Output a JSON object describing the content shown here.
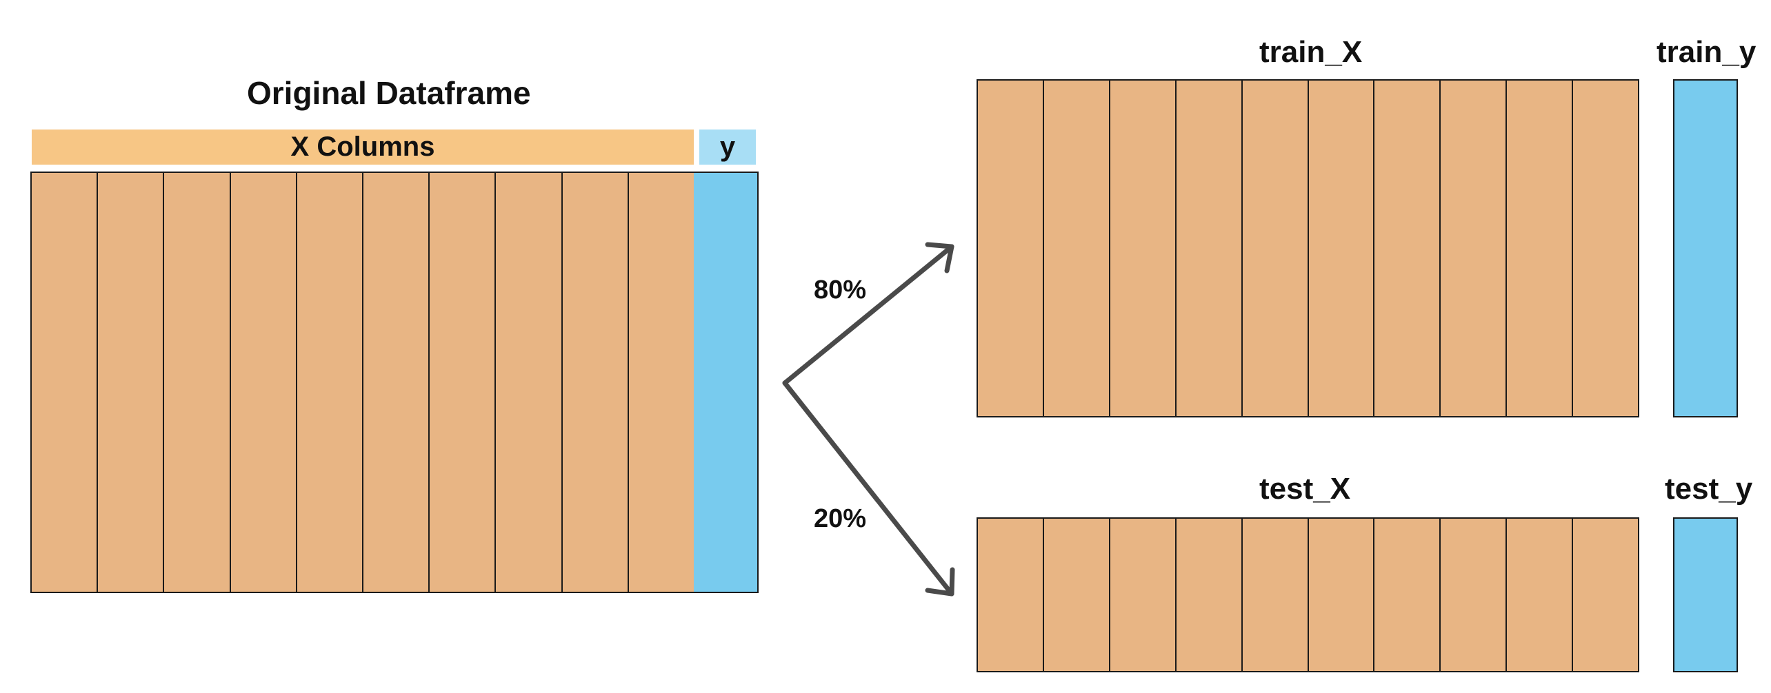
{
  "original": {
    "title": "Original Dataframe",
    "x_band_label": "X Columns",
    "y_band_label": "y",
    "x_column_count": 10
  },
  "split": {
    "train_label": "80%",
    "test_label": "20%"
  },
  "train": {
    "x_title": "train_X",
    "y_title": "train_y",
    "x_column_count": 10
  },
  "test": {
    "x_title": "test_X",
    "y_title": "test_y",
    "x_column_count": 10
  },
  "colors": {
    "x_fill": "#E8B584",
    "y_fill": "#78CBEE",
    "x_band": "#F7C685",
    "y_band": "#A8DEF5",
    "arrow": "#4a4a4a",
    "border": "#1a1a1a"
  }
}
